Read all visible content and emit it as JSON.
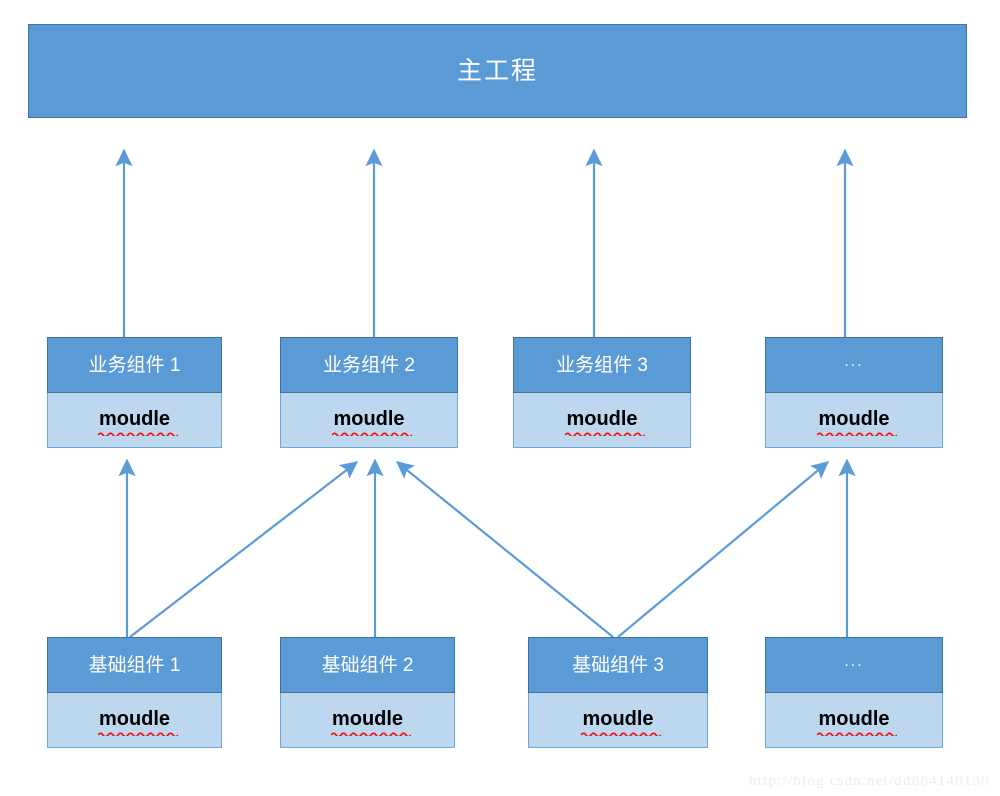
{
  "diagram": {
    "title": "主工程",
    "accent_color": "#5B9BD5",
    "header_border_color": "#41719C",
    "body_color": "#BDD7EE",
    "arrow_color": "#5B9BD5",
    "spellcheck_underline_color": "#FF0000",
    "banner": {
      "label": "主工程"
    },
    "business_row": {
      "module_label": "moudle",
      "cards": [
        {
          "title": "业务组件 1",
          "module": "moudle"
        },
        {
          "title": "业务组件 2",
          "module": "moudle"
        },
        {
          "title": "业务组件 3",
          "module": "moudle"
        },
        {
          "title": "...",
          "module": "moudle"
        }
      ]
    },
    "foundation_row": {
      "cards": [
        {
          "title": "基础组件 1",
          "module": "moudle"
        },
        {
          "title": "基础组件 2",
          "module": "moudle"
        },
        {
          "title": "基础组件 3",
          "module": "moudle"
        },
        {
          "title": "...",
          "module": "moudle"
        }
      ]
    },
    "connections": [
      {
        "from": "业务组件 1",
        "to": "主工程",
        "style": "straight-up"
      },
      {
        "from": "业务组件 2",
        "to": "主工程",
        "style": "straight-up"
      },
      {
        "from": "业务组件 3",
        "to": "主工程",
        "style": "straight-up"
      },
      {
        "from": "...",
        "to": "主工程",
        "style": "straight-up"
      },
      {
        "from": "基础组件 1",
        "to": "业务组件 1",
        "style": "straight-up"
      },
      {
        "from": "基础组件 1",
        "to": "业务组件 2",
        "style": "diagonal-right"
      },
      {
        "from": "基础组件 2",
        "to": "业务组件 2",
        "style": "straight-up"
      },
      {
        "from": "基础组件 3",
        "to": "业务组件 2",
        "style": "diagonal-left"
      },
      {
        "from": "基础组件 3",
        "to": "...",
        "style": "diagonal-right"
      },
      {
        "from": "...",
        "to": "...",
        "style": "straight-up"
      }
    ]
  },
  "watermark": {
    "text": "http://blog.csdn.net/dd864140130"
  }
}
